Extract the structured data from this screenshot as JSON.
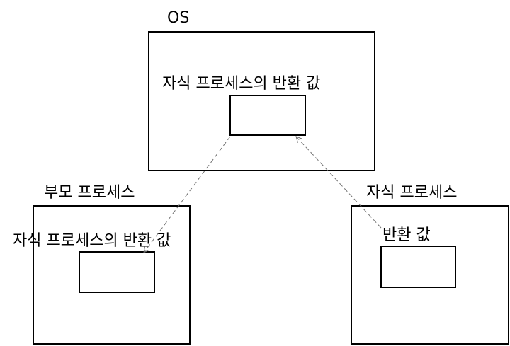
{
  "diagram": {
    "os": {
      "title": "OS",
      "slot_label": "자식 프로세스의 반환 값"
    },
    "parent": {
      "title": "부모 프로세스",
      "slot_label": "자식 프로세스의 반환 값"
    },
    "child": {
      "title": "자식 프로세스",
      "slot_label": "반환 값"
    }
  }
}
